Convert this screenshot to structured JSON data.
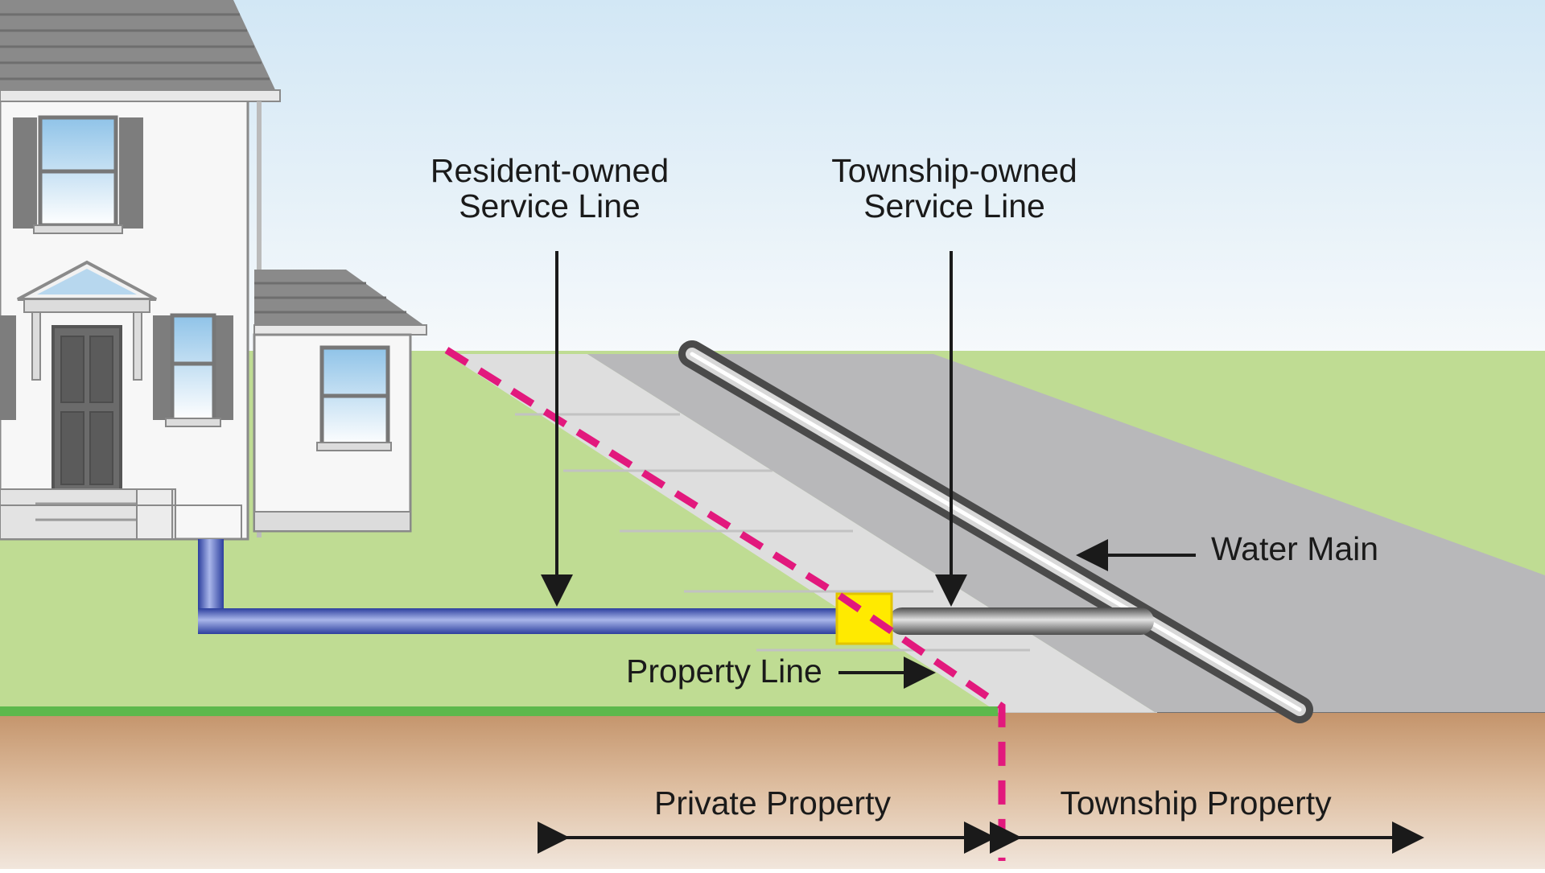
{
  "labels": {
    "resident_line_1": "Resident-owned",
    "resident_line_2": "Service Line",
    "township_line_1": "Township-owned",
    "township_line_2": "Service Line",
    "water_main": "Water Main",
    "property_line": "Property Line",
    "private_property": "Private Property",
    "township_property": "Township Property"
  },
  "colors": {
    "resident_pipe": "#3a4fb0",
    "township_pipe": "#8a8a8a",
    "property_line": "#e2197d",
    "curb_stop": "#ffea00",
    "lawn": "#bfdc93",
    "soil": "#c99b74"
  }
}
